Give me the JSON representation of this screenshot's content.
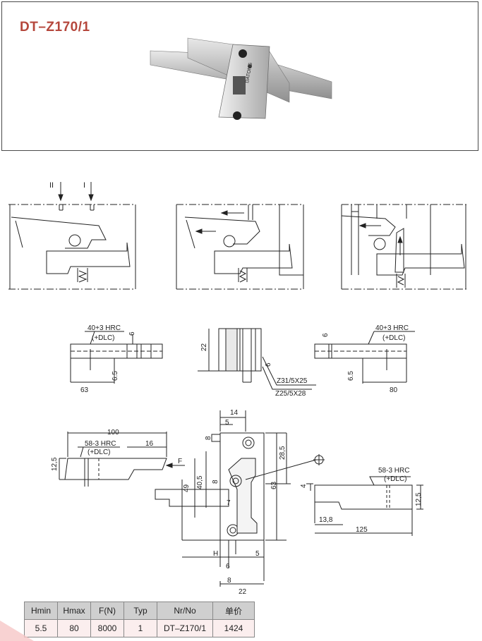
{
  "header": {
    "product_title": "DT–Z170/1"
  },
  "process": {
    "arrow_label_ii": "II",
    "arrow_label_i": "I"
  },
  "top_views": {
    "left": {
      "hrc": "40+3 HRC",
      "coating": "(+DLC)",
      "dim_width": "63",
      "dim_height": "6.5",
      "dim_top": "6"
    },
    "center": {
      "dim_height": "22",
      "dim_screw_offset": "6",
      "screw_1": "Z31/5X25",
      "screw_2": "Z25/5X28"
    },
    "right": {
      "hrc": "40+3 HRC",
      "coating": "(+DLC)",
      "dim_width": "80",
      "dim_height": "6.5",
      "dim_top": "6"
    }
  },
  "main_views": {
    "left_slide": {
      "length": "100",
      "hrc": "58-3 HRC",
      "coating": "(+DLC)",
      "dim_16": "16",
      "dim_12_5": "12,5",
      "force_label": "F"
    },
    "center_block": {
      "dim_14": "14",
      "dim_5_top": "5",
      "dim_8_top": "8",
      "dim_28_5": "28,5",
      "dim_63": "63",
      "dim_49": "49",
      "dim_40_5": "40,5",
      "dim_8_mid": "8",
      "dim_7": "7",
      "dim_4": "4",
      "dim_h": "H",
      "dim_5_bottom": "5",
      "dim_6": "6",
      "dim_8_bottom": "8",
      "dim_22": "22"
    },
    "right_slide": {
      "hrc": "58-3 HRC",
      "coating": "(+DLC)",
      "dim_12_5": "12,5",
      "dim_13_8": "13,8",
      "length": "125"
    }
  },
  "spec_table": {
    "headers": [
      "Hmin",
      "Hmax",
      "F(N)",
      "Typ",
      "Nr/No",
      "单价"
    ],
    "row": [
      "5.5",
      "80",
      "8000",
      "1",
      "DT–Z170/1",
      "1424"
    ]
  }
}
